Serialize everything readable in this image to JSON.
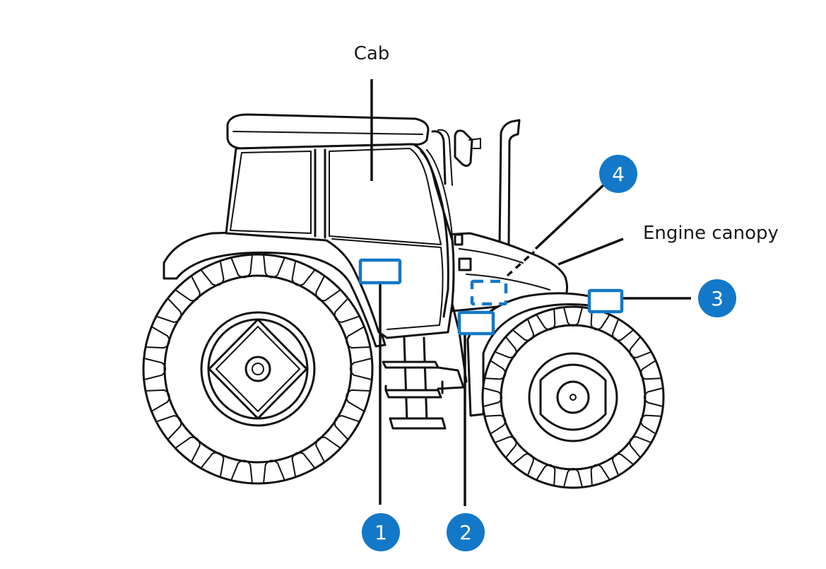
{
  "labels": {
    "cab": "Cab",
    "engine_canopy": "Engine canopy"
  },
  "badges": {
    "b1": "1",
    "b2": "2",
    "b3": "3",
    "b4": "4"
  },
  "colors": {
    "accent": "#1478c8",
    "line": "#111111",
    "background": "#ffffff"
  }
}
